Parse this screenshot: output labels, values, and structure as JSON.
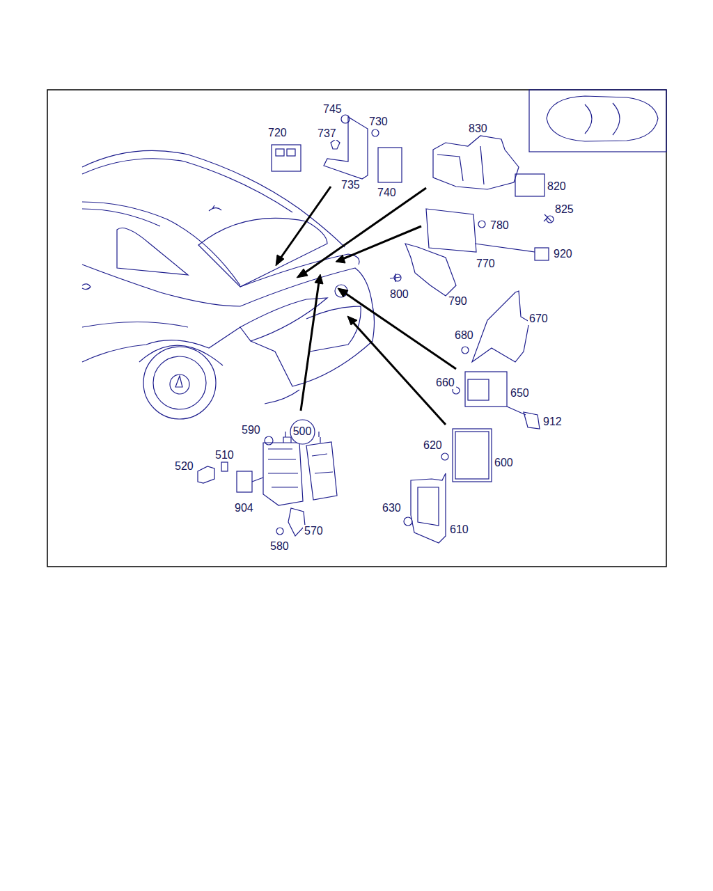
{
  "diagram": {
    "nodes": [
      {
        "text": [
          "500"
        ]
      }
    ],
    "labels": [
      "745",
      "730",
      "720",
      "737",
      "735",
      "740",
      "830",
      "820",
      "825",
      "780",
      "920",
      "770",
      "800",
      "790",
      "670",
      "680",
      "660",
      "650",
      "912",
      "590",
      "510",
      "520",
      "904",
      "570",
      "580",
      "620",
      "600",
      "630",
      "610"
    ]
  }
}
